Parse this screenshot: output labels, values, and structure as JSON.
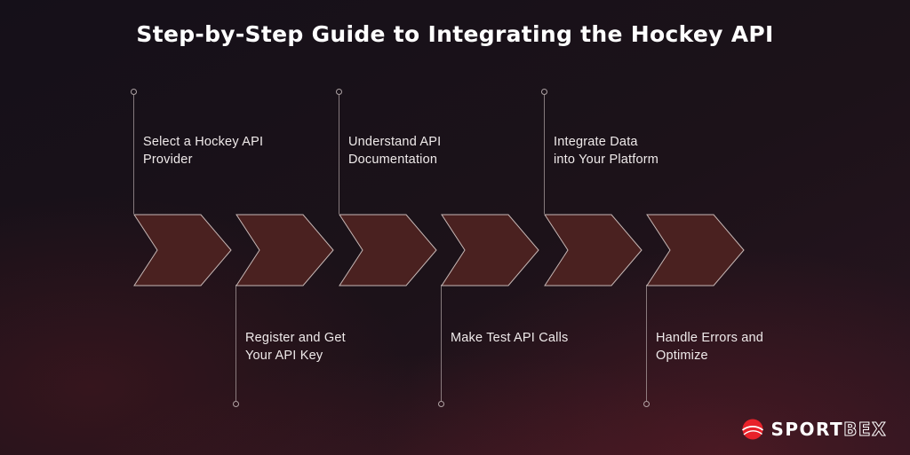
{
  "title": "Step-by-Step Guide to Integrating the Hockey API",
  "steps": [
    {
      "label": "Select a Hockey API\nProvider",
      "position": "top"
    },
    {
      "label": "Register and Get\nYour API Key",
      "position": "bottom"
    },
    {
      "label": "Understand API\nDocumentation",
      "position": "top"
    },
    {
      "label": "Make Test API Calls",
      "position": "bottom"
    },
    {
      "label": "Integrate Data\ninto Your Platform",
      "position": "top"
    },
    {
      "label": "Handle Errors and\nOptimize",
      "position": "bottom"
    }
  ],
  "logo": {
    "text_solid": "SPORT",
    "text_outline": "BEX"
  },
  "colors": {
    "chevron_fill": "#4a2120",
    "chevron_stroke": "#c7b8b6",
    "brand_red": "#e8222a",
    "text": "#efeaea"
  }
}
